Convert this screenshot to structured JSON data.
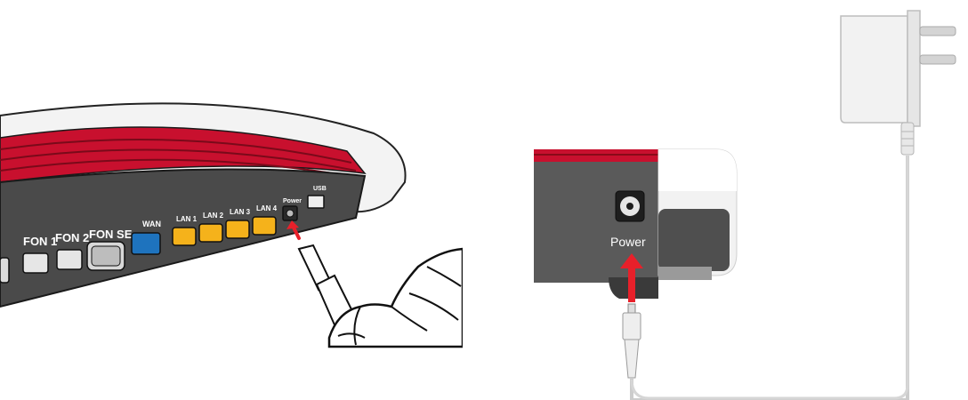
{
  "left_illustration": {
    "port_labels": {
      "fon1": "FON 1",
      "fon2": "FON 2",
      "fonse": "FON SE",
      "wan": "WAN",
      "lan1": "LAN 1",
      "lan2": "LAN 2",
      "lan3": "LAN 3",
      "lan4": "LAN 4",
      "power": "Power",
      "usb": "USB"
    },
    "colors": {
      "router_red": "#c8102e",
      "wan_blue": "#1e73be",
      "lan_yellow": "#f5b21b",
      "arrow_red": "#e8202a"
    }
  },
  "right_illustration": {
    "power_label": "Power",
    "colors": {
      "router_red": "#c8102e",
      "arrow_red": "#e8202a",
      "adapter_white": "#f2f2f2"
    }
  },
  "icons": [
    "router-icon",
    "power-adapter-icon",
    "hand-icon",
    "plug-icon",
    "arrow-up-icon"
  ]
}
